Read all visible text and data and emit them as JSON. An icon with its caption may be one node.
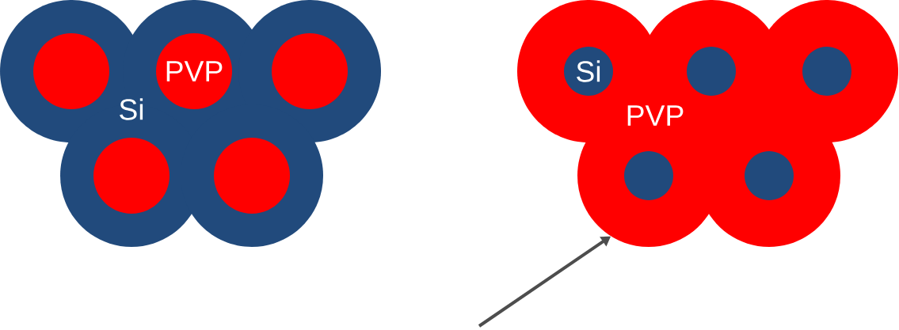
{
  "diagram": {
    "nodes": [
      {
        "text": [
          "Si"
        ]
      },
      {
        "text": [],
        "shape": "circle",
        "in": 0
      },
      {
        "text": [
          "PVP"
        ],
        "in": 0
      },
      {
        "text": [],
        "shape": "circle",
        "in": 0
      },
      {
        "text": [],
        "shape": "circle",
        "in": 0
      },
      {
        "text": [],
        "shape": "circle",
        "in": 0
      },
      {
        "text": [
          "PVP"
        ]
      },
      {
        "text": [
          "Si"
        ],
        "in": 6
      },
      {
        "text": [],
        "shape": "circle",
        "in": 6
      },
      {
        "text": [],
        "shape": "circle",
        "in": 6
      },
      {
        "text": [],
        "shape": "circle",
        "in": 6
      },
      {
        "text": [],
        "shape": "circle",
        "in": 6
      }
    ],
    "edges": [
      {
        "from": null,
        "to": 6,
        "arrow": "to"
      }
    ]
  }
}
